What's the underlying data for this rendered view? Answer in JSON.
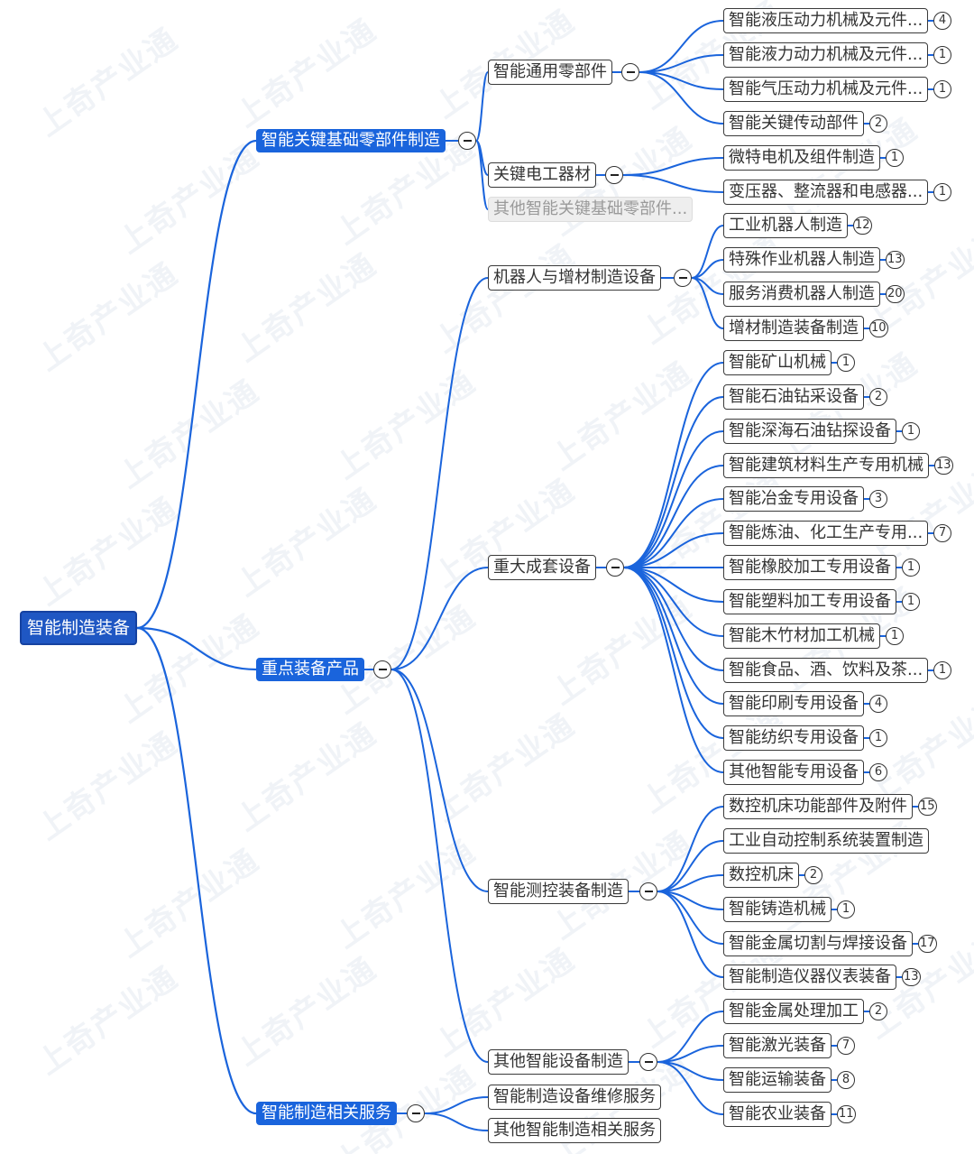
{
  "root": {
    "label": "智能制造装备",
    "children": [
      {
        "label": "智能关键基础零部件制造",
        "children": [
          {
            "label": "智能通用零部件",
            "children": [
              {
                "label": "智能液压动力机械及元件...",
                "count": "4"
              },
              {
                "label": "智能液力动力机械及元件...",
                "count": "1"
              },
              {
                "label": "智能气压动力机械及元件...",
                "count": "1"
              },
              {
                "label": "智能关键传动部件",
                "count": "2"
              }
            ]
          },
          {
            "label": "关键电工器材",
            "children": [
              {
                "label": "微特电机及组件制造",
                "count": "1"
              },
              {
                "label": "变压器、整流器和电感器...",
                "count": "1"
              }
            ]
          },
          {
            "label": "其他智能关键基础零部件...",
            "muted": true
          }
        ]
      },
      {
        "label": "重点装备产品",
        "children": [
          {
            "label": "机器人与增材制造设备",
            "children": [
              {
                "label": "工业机器人制造",
                "count": "12"
              },
              {
                "label": "特殊作业机器人制造",
                "count": "13"
              },
              {
                "label": "服务消费机器人制造",
                "count": "20"
              },
              {
                "label": "增材制造装备制造",
                "count": "10"
              }
            ]
          },
          {
            "label": "重大成套设备",
            "children": [
              {
                "label": "智能矿山机械",
                "count": "1"
              },
              {
                "label": "智能石油钻采设备",
                "count": "2"
              },
              {
                "label": "智能深海石油钻探设备",
                "count": "1"
              },
              {
                "label": "智能建筑材料生产专用机械",
                "count": "13"
              },
              {
                "label": "智能冶金专用设备",
                "count": "3"
              },
              {
                "label": "智能炼油、化工生产专用...",
                "count": "7"
              },
              {
                "label": "智能橡胶加工专用设备",
                "count": "1"
              },
              {
                "label": "智能塑料加工专用设备",
                "count": "1"
              },
              {
                "label": "智能木竹材加工机械",
                "count": "1"
              },
              {
                "label": "智能食品、酒、饮料及茶...",
                "count": "1"
              },
              {
                "label": "智能印刷专用设备",
                "count": "4"
              },
              {
                "label": "智能纺织专用设备",
                "count": "1"
              },
              {
                "label": "其他智能专用设备",
                "count": "6"
              }
            ]
          },
          {
            "label": "智能测控装备制造",
            "children": [
              {
                "label": "数控机床功能部件及附件",
                "count": "15"
              },
              {
                "label": "工业自动控制系统装置制造"
              },
              {
                "label": "数控机床",
                "count": "2"
              },
              {
                "label": "智能铸造机械",
                "count": "1"
              },
              {
                "label": "智能金属切割与焊接设备",
                "count": "17"
              },
              {
                "label": "智能制造仪器仪表装备",
                "count": "13"
              }
            ]
          },
          {
            "label": "其他智能设备制造",
            "children": [
              {
                "label": "智能金属处理加工",
                "count": "2"
              },
              {
                "label": "智能激光装备",
                "count": "7"
              },
              {
                "label": "智能运输装备",
                "count": "8"
              },
              {
                "label": "智能农业装备",
                "count": "11"
              }
            ]
          }
        ]
      },
      {
        "label": "智能制造相关服务",
        "children": [
          {
            "label": "智能制造设备维修服务"
          },
          {
            "label": "其他智能制造相关服务"
          }
        ]
      }
    ]
  },
  "watermark_text": "上奇产业通",
  "colors": {
    "line": "#1a64dc",
    "root": "#1f57c3",
    "primary": "#1a64dc"
  }
}
